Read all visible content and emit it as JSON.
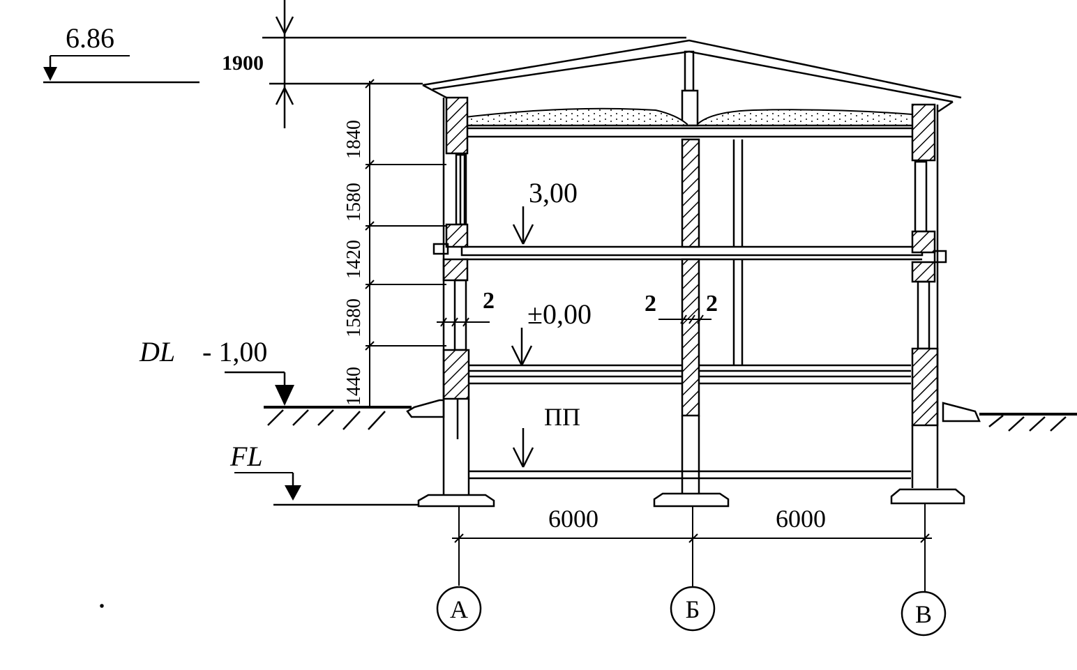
{
  "elevation_labels": {
    "top": "6.86",
    "second_floor": "3,00",
    "ground_floor": "±0,00",
    "dl_prefix": "DL",
    "dl_value": "- 1,00",
    "basement_floor": "ПП",
    "fl": "FL"
  },
  "dimensions": {
    "roof_height": "1900",
    "vertical_chain": [
      "1840",
      "1580",
      "1420",
      "1580",
      "1440"
    ],
    "spans": [
      "6000",
      "6000"
    ],
    "wall_thickness": [
      "2",
      "2",
      "2"
    ]
  },
  "axes": [
    "А",
    "Б",
    "В"
  ],
  "colors": {
    "ink": "#000000",
    "paper": "#ffffff"
  }
}
